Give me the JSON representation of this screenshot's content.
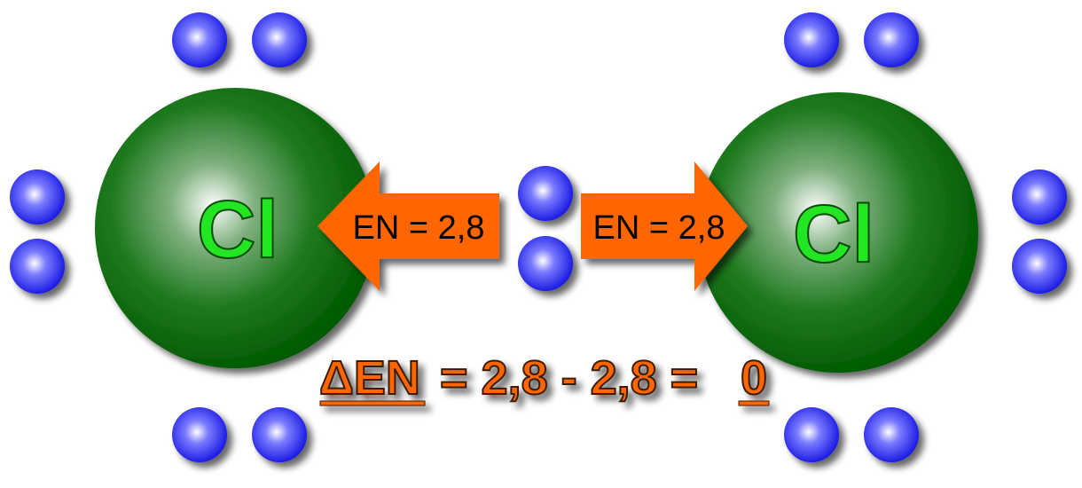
{
  "atoms": [
    {
      "symbol": "Cl",
      "electronegativity_label": "EN = 2,8"
    },
    {
      "symbol": "Cl",
      "electronegativity_label": "EN = 2,8"
    }
  ],
  "equation": {
    "delta_en": "ΔEN",
    "middle": "= 2,8 - 2,8 =",
    "result": "0"
  },
  "colors": {
    "atom": "#0a6a0a",
    "electron": "#2a2aff",
    "arrow": "#ff6600",
    "symbol": "#22e622"
  }
}
